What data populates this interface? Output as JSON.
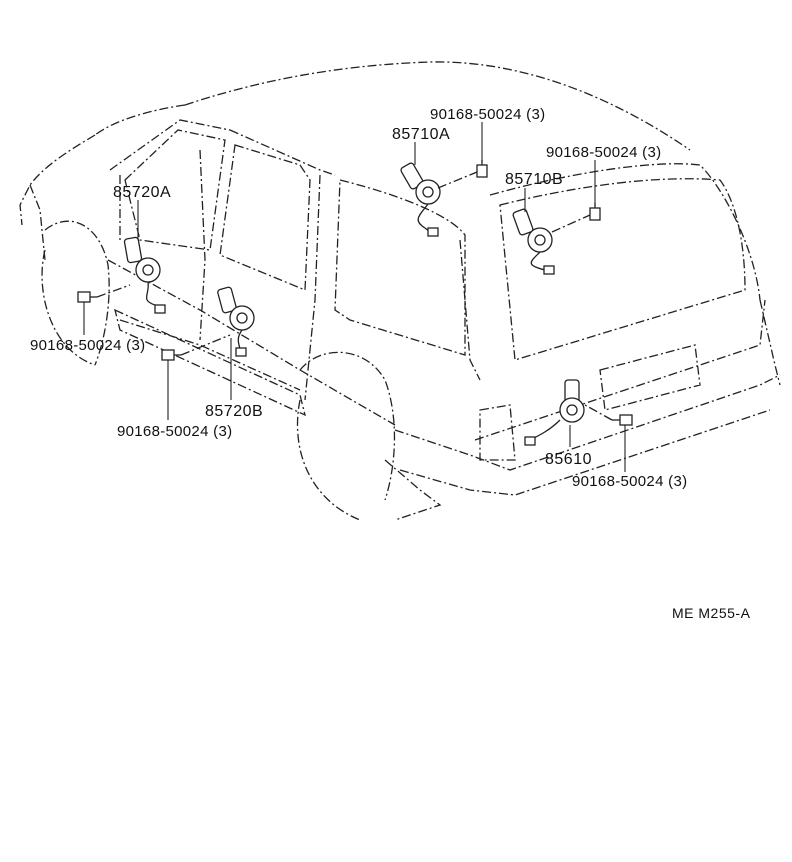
{
  "diagram": {
    "reference_code": "ME M255-A",
    "parts": {
      "motor_front_left": "85720A",
      "motor_rear_left": "85720B",
      "motor_front_right": "85710A",
      "motor_rear_right": "85710B",
      "motor_back_door": "85610"
    },
    "screws": {
      "screw_front_left": "90168-50024 (3)",
      "screw_rear_left": "90168-50024 (3)",
      "screw_front_right": "90168-50024 (3)",
      "screw_rear_right": "90168-50024 (3)",
      "screw_back_door": "90168-50024 (3)"
    }
  }
}
